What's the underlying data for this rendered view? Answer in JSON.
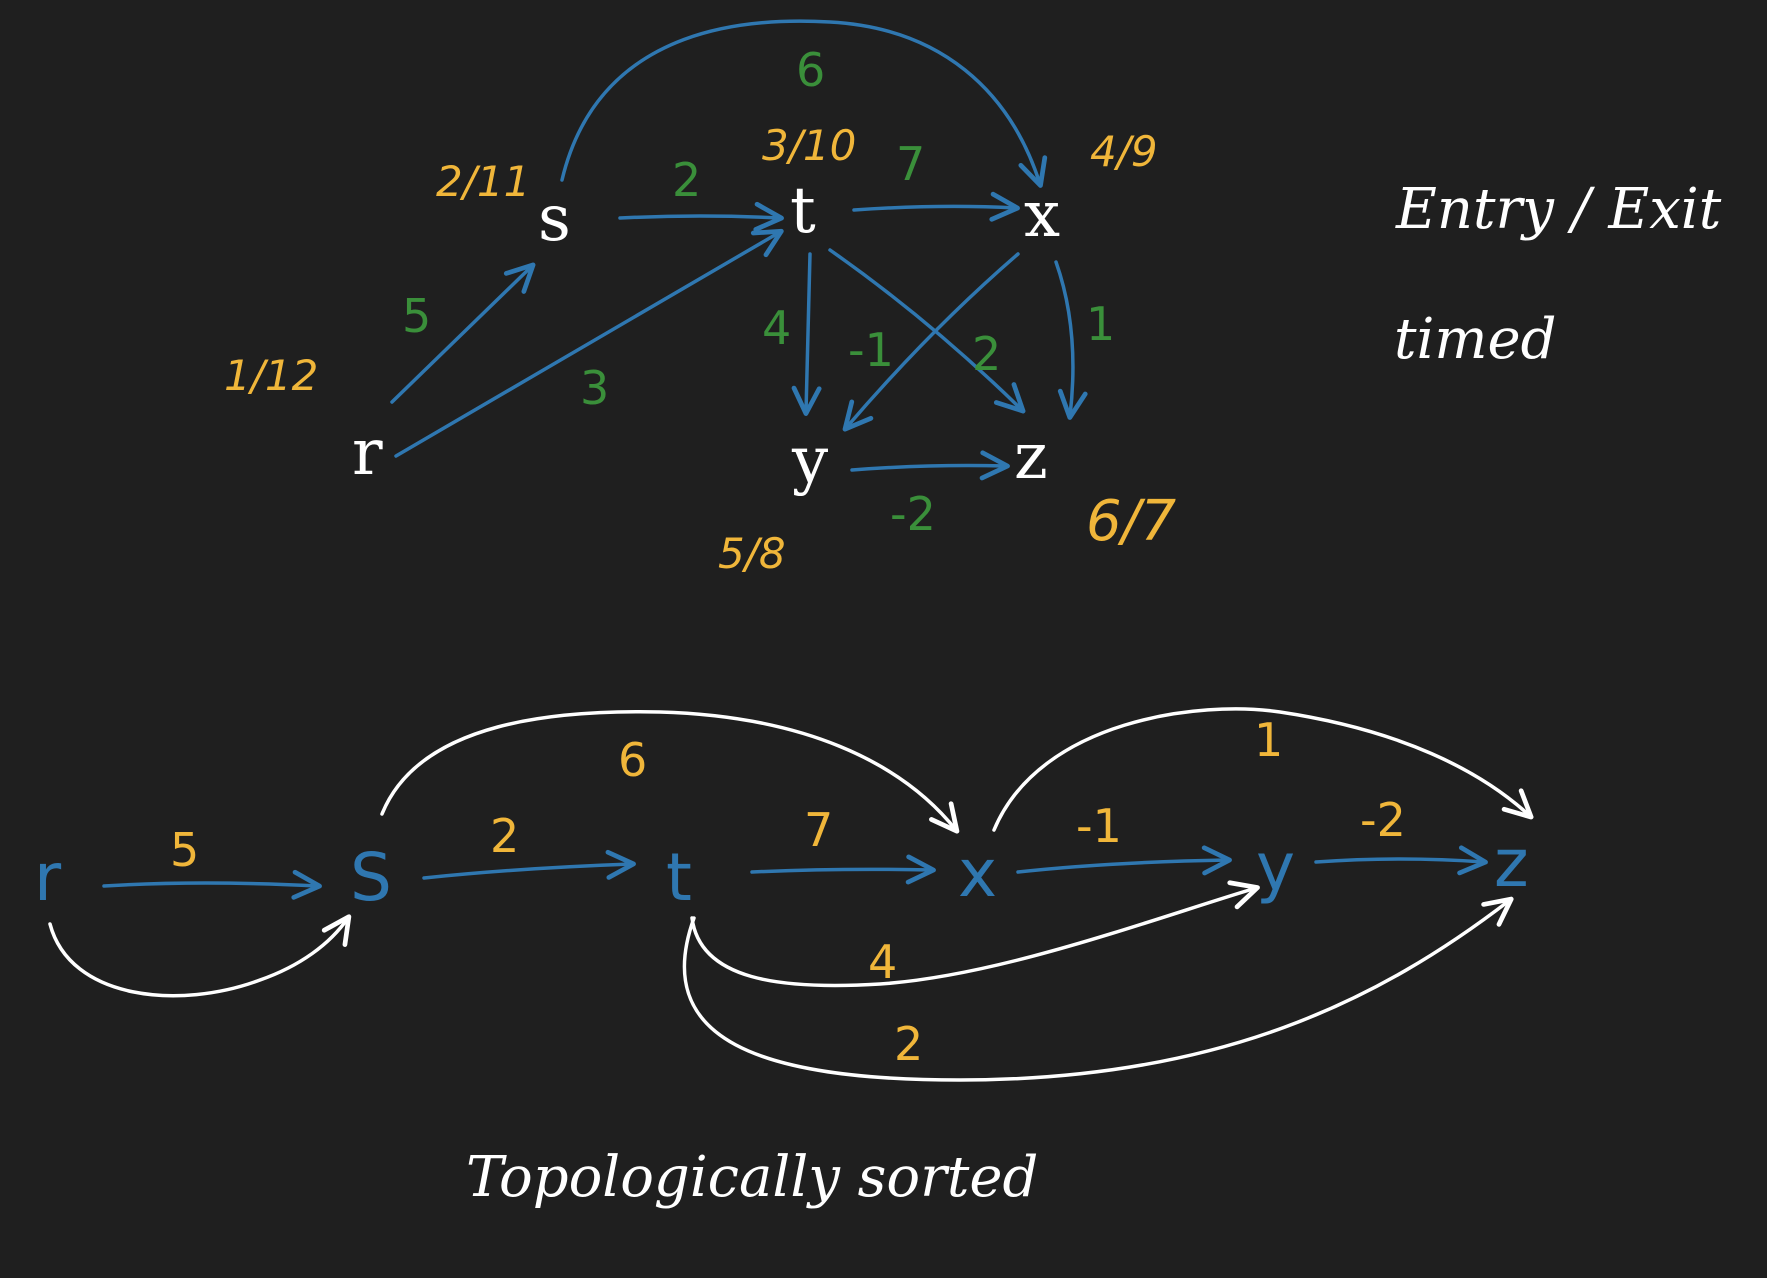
{
  "colors": {
    "background": "#1f1f1f",
    "node": "#ffffff",
    "edge_top": "#2f77b0",
    "weight_top": "#3a8f3a",
    "timestamp": "#f0b63a",
    "edge_bottom_curve": "#ffffff",
    "node_bottom": "#2f77b0",
    "weight_bottom": "#f0b63a",
    "annotation": "#ffffff"
  },
  "top_graph": {
    "nodes": {
      "r": "r",
      "s": "s",
      "t": "t",
      "x": "x",
      "y": "y",
      "z": "z"
    },
    "timestamps": {
      "r": "1/12",
      "s": "2/11",
      "t": "3/10",
      "x": "4/9",
      "y": "5/8",
      "z": "6/7"
    },
    "weights": {
      "r_s": "5",
      "r_t": "3",
      "s_t": "2",
      "s_x": "6",
      "t_x": "7",
      "t_y": "4",
      "t_z": "2",
      "x_y": "-1",
      "x_z": "1",
      "y_z": "-2"
    }
  },
  "legend": {
    "line1": "Entry / Exit",
    "line2": "timed"
  },
  "bottom_graph": {
    "nodes": [
      "r",
      "S",
      "t",
      "x",
      "y",
      "z"
    ],
    "weights": {
      "r_s": "5",
      "s_t": "2",
      "t_x": "7",
      "x_y": "-1",
      "y_z": "-2",
      "s_x": "6",
      "x_z": "1",
      "t_y": "4",
      "t_z": "2"
    },
    "caption": "Topologically sorted"
  }
}
